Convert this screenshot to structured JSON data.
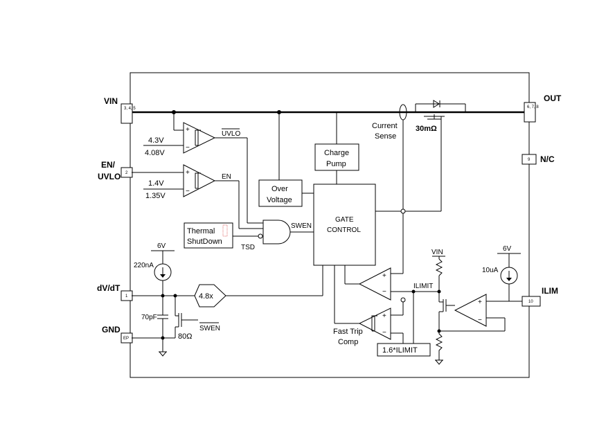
{
  "pins": {
    "vin": {
      "label": "VIN",
      "number": "3, 4, 5"
    },
    "en_uvlo": {
      "label_line1": "EN/",
      "label_line2": "UVLO",
      "number": "2"
    },
    "dvdt": {
      "label": "dV/dT",
      "number": "1"
    },
    "gnd": {
      "label": "GND",
      "number": "EP"
    },
    "out": {
      "label": "OUT",
      "number": "6, 7, 8"
    },
    "nc": {
      "label": "N/C",
      "number": "9"
    },
    "ilim": {
      "label": "ILIM",
      "number": "10"
    }
  },
  "uvlo_comparator": {
    "ref_high": "4.3V",
    "ref_low": "4.08V",
    "output": "UVLO"
  },
  "en_comparator": {
    "ref_high": "1.4V",
    "ref_low": "1.35V",
    "output": "EN"
  },
  "blocks": {
    "charge_pump": {
      "line1": "Charge",
      "line2": "Pump"
    },
    "over_voltage": {
      "line1": "Over",
      "line2": "Voltage"
    },
    "gate_control": {
      "line1": "GATE",
      "line2": "CONTROL"
    },
    "thermal": {
      "line1": "Thermal",
      "line2": "ShutDown"
    },
    "limit_scale": {
      "label": "1.6*ILIMIT"
    }
  },
  "signals": {
    "swen": "SWEN",
    "tsd": "TSD",
    "current_sense_line1": "Current",
    "current_sense_line2": "Sense",
    "mosfet_r": "30mΩ",
    "fast_trip_line1": "Fast Trip",
    "fast_trip_line2": "Comp",
    "ilimit": "ILIMIT",
    "vin_rail": "VIN",
    "swen_bar": "SWEN"
  },
  "sources": {
    "six_v_left": "6V",
    "current_220": "220nA",
    "six_v_right": "6V",
    "current_10": "10uA"
  },
  "components": {
    "gain": "4.8x",
    "cap": "70pF",
    "res": "80Ω"
  }
}
